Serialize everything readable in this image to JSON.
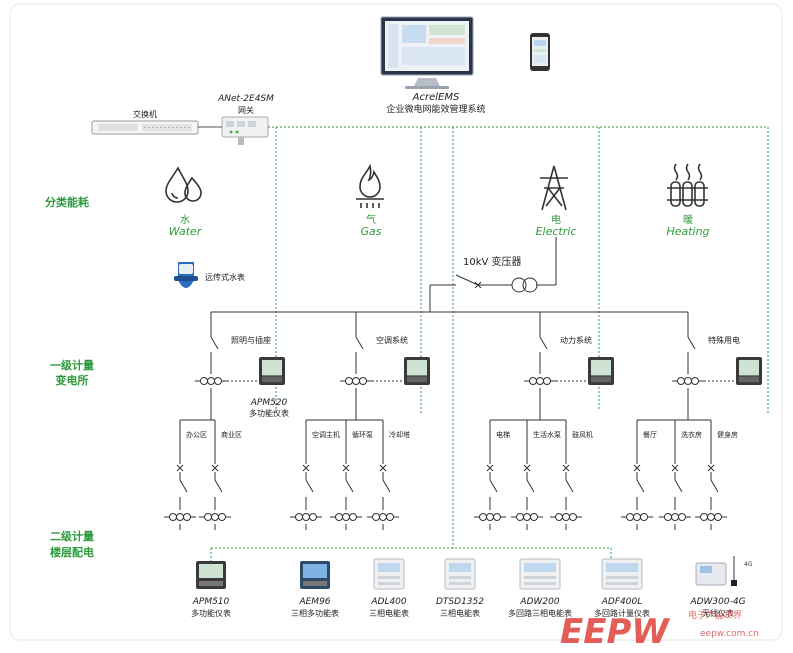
{
  "top": {
    "system_name": "AcrelEMS",
    "system_subtitle": "企业微电网能效管理系统",
    "gateway_model": "ANet-2E4SM",
    "gateway_label": "网关",
    "switch_label": "交换机"
  },
  "sections": [
    "分类能耗",
    "一级计量",
    "变电所",
    "二级计量",
    "楼层配电"
  ],
  "energy": [
    {
      "cn": "水",
      "en": "Water",
      "icon": "water-drop-icon"
    },
    {
      "cn": "气",
      "en": "Gas",
      "icon": "gas-flame-icon"
    },
    {
      "cn": "电",
      "en": "Electric",
      "icon": "electric-tower-icon"
    },
    {
      "cn": "暖",
      "en": "Heating",
      "icon": "heating-radiator-icon"
    }
  ],
  "water_meter_label": "远传式水表",
  "transformer_label": "10kV 变压器",
  "level1": [
    {
      "label": "照明与插座",
      "loads": [
        "办公区",
        "商业区"
      ]
    },
    {
      "label": "空调系统",
      "loads": [
        "空调主机",
        "循环泵",
        "冷却塔"
      ]
    },
    {
      "label": "动力系统",
      "loads": [
        "电梯",
        "生活水泵",
        "鼓风机"
      ]
    },
    {
      "label": "特殊用电",
      "loads": [
        "餐厅",
        "洗衣房",
        "健身房"
      ]
    }
  ],
  "level1_meter": {
    "model": "APM520",
    "desc": "多功能仪表"
  },
  "devices": [
    {
      "model": "APM510",
      "desc": "多功能仪表"
    },
    {
      "model": "AEM96",
      "desc": "三相多功能表"
    },
    {
      "model": "ADL400",
      "desc": "三相电能表"
    },
    {
      "model": "DTSD1352",
      "desc": "三相电能表"
    },
    {
      "model": "ADW200",
      "desc": "多回路三相电能表"
    },
    {
      "model": "ADF400L",
      "desc": "多回路计量仪表"
    },
    {
      "model": "ADW300-4G",
      "desc": "无线仪表",
      "badge": "4G"
    }
  ],
  "watermark": {
    "logo": "EEPW",
    "site": "电子产品世界",
    "url": "eepw.com.cn"
  }
}
